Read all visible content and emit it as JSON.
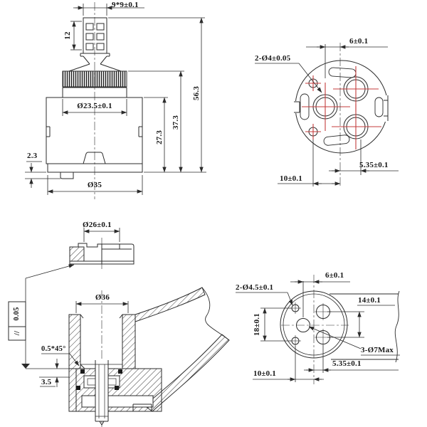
{
  "drawing_type": "engineering-drawing-faucet-cartridge",
  "colors": {
    "line": "#2b2b2b",
    "centerline_red": "#c43c3c",
    "background": "#ffffff",
    "text": "#161616"
  },
  "v1": {
    "stem": "9*9±0.1",
    "spline": "12",
    "collar_dia": "Ø23.5±0.1",
    "h_body": "27.3",
    "h_collar": "37.3",
    "h_total": "56.3",
    "lip": "2.3",
    "base_dia": "Ø35"
  },
  "v2": {
    "d6": "6±0.1",
    "small_holes": "2-Ø4±0.05",
    "d535": "5.35±0.1",
    "d10": "10±0.1"
  },
  "v3": {
    "dia": "Ø26±0.1",
    "par_sym": "//",
    "par_val": "0.05"
  },
  "v4": {
    "dia": "Ø36",
    "chamfer": "0.5*45°",
    "depth": "3.5"
  },
  "v5": {
    "d6": "6±0.1",
    "small_holes": "2-Ø4.5±0.1",
    "d14": "14±0.1",
    "d18": "18±0.1",
    "big_holes": "3-Ø7Max",
    "d535": "5.35±0.1",
    "d10": "10±0.1"
  }
}
